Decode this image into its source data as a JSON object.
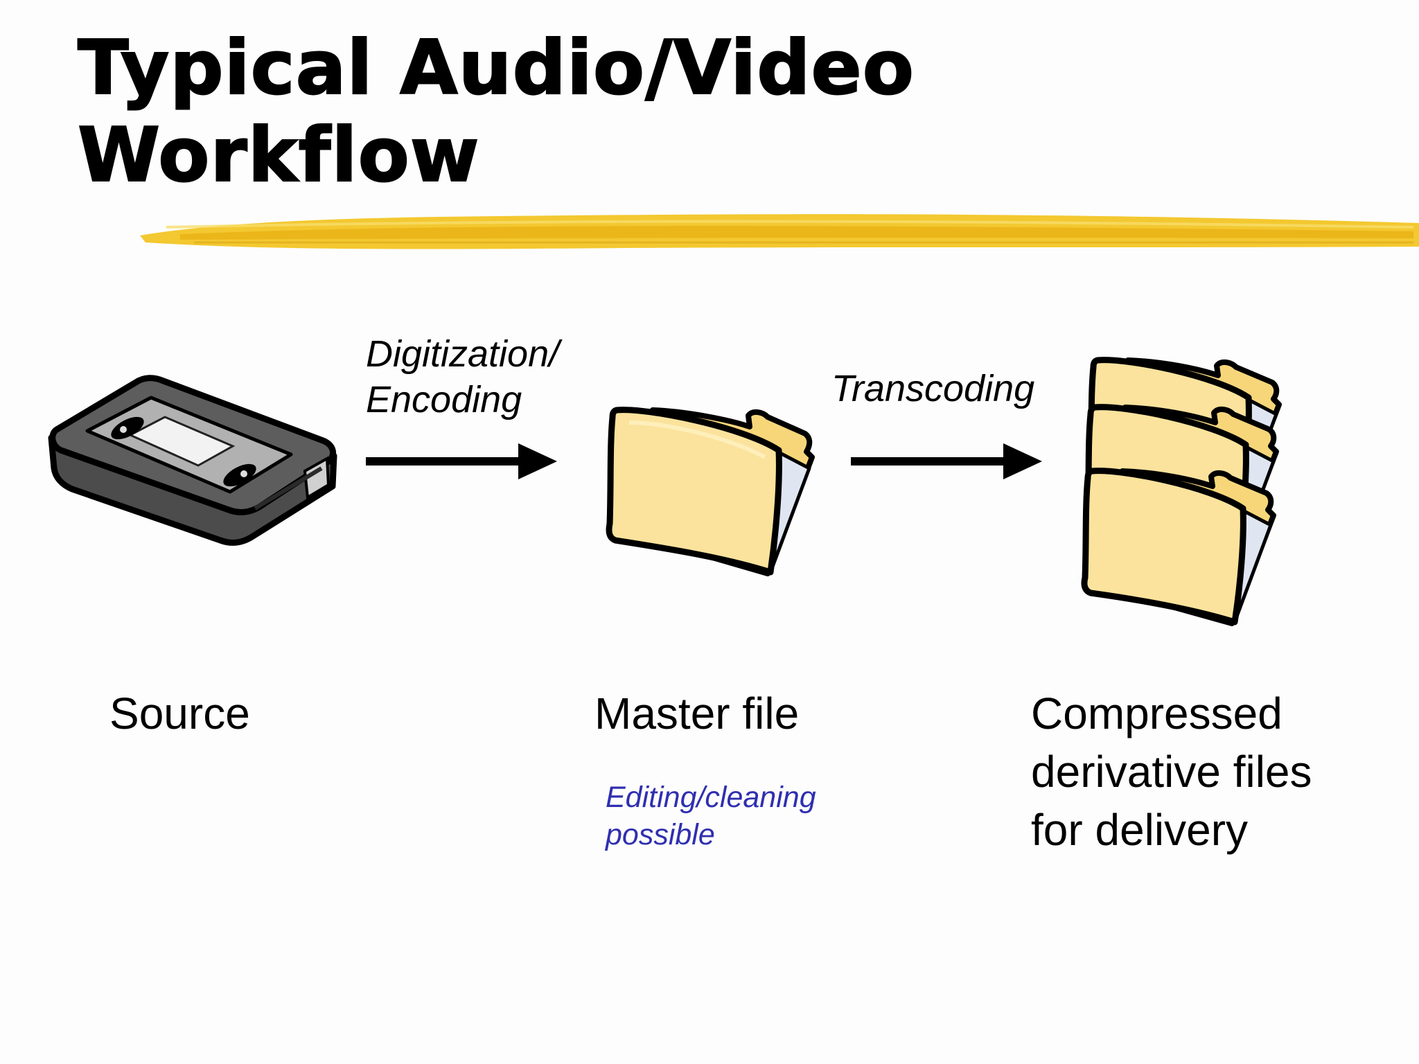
{
  "title": {
    "line1": "Typical Audio/Video",
    "line2": "Workflow"
  },
  "colors": {
    "accent_brush": "#f2c21a",
    "folder_fill": "#fbe39d",
    "folder_tab": "#f7d67a",
    "note_text": "#2f2fb0",
    "cassette_body": "#5a5a5a",
    "cassette_top": "#a9a9a9"
  },
  "steps": {
    "digitization": {
      "line1": "Digitization/",
      "line2": "Encoding"
    },
    "transcoding": {
      "line1": "Transcoding"
    }
  },
  "nodes": {
    "source": {
      "icon": "videotape-icon",
      "line1": "Source"
    },
    "master": {
      "icon": "folder-icon",
      "line1": "Master file",
      "note_line1": "Editing/cleaning",
      "note_line2": "possible"
    },
    "derivatives": {
      "icon": "folder-stack-icon",
      "line1": "Compressed",
      "line2": "derivative files",
      "line3": "for delivery"
    }
  }
}
